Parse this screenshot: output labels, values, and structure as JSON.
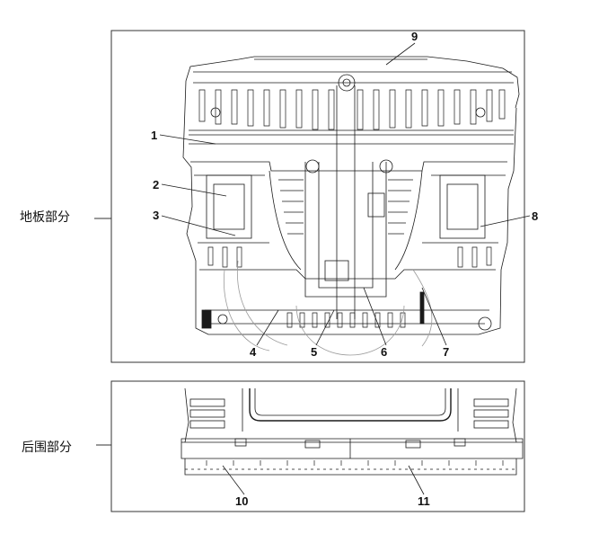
{
  "panels": [
    {
      "id": "floor",
      "label": "地板部分",
      "callouts": [
        "1",
        "2",
        "3",
        "4",
        "5",
        "6",
        "7",
        "8",
        "9"
      ]
    },
    {
      "id": "rear",
      "label": "后围部分",
      "callouts": [
        "10",
        "11"
      ]
    }
  ],
  "colors": {
    "line": "#1a1a1a",
    "frame": "#333333",
    "light": "#9a9a9a",
    "background": "#ffffff"
  }
}
